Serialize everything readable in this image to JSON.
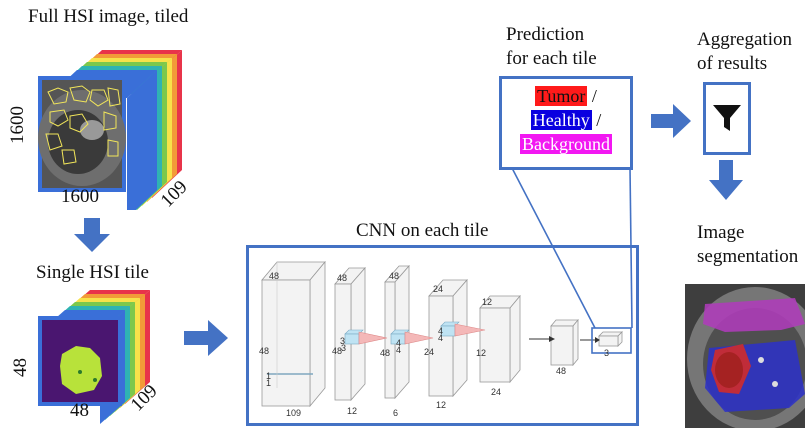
{
  "full_image": {
    "title": "Full HSI image, tiled",
    "height_label": "1600",
    "width_label": "1600",
    "bands_label": "109"
  },
  "tile": {
    "title": "Single HSI tile",
    "height_label": "48",
    "width_label": "48",
    "bands_label": "109"
  },
  "cnn": {
    "title": "CNN on each tile",
    "labels": [
      "48",
      "48",
      "1",
      "1",
      "109",
      "48",
      "48",
      "3",
      "3",
      "12",
      "48",
      "48",
      "4",
      "4",
      "6",
      "24",
      "24",
      "4",
      "4",
      "12",
      "12",
      "12",
      "24",
      "48",
      "3"
    ]
  },
  "prediction": {
    "title_line1": "Prediction",
    "title_line2": "for each tile",
    "classes": [
      {
        "label": "Tumor",
        "separator": " /",
        "color": "#ff1a1a"
      },
      {
        "label": "Healthy",
        "separator": " /",
        "color": "#0a00e0"
      },
      {
        "label": "Background",
        "separator": "",
        "color": "#f217f2"
      }
    ]
  },
  "aggregation": {
    "title_line1": "Aggregation",
    "title_line2": "of results",
    "icon": "funnel-icon"
  },
  "segmentation": {
    "title_line1": "Image",
    "title_line2": "segmentation"
  },
  "colors": {
    "accent": "#4472c4",
    "arrow": "#4472c4",
    "layer_fill": "#f3f3f3",
    "conv_cone": "#f4b8b8",
    "conv_cube": "#bfe3f3"
  }
}
